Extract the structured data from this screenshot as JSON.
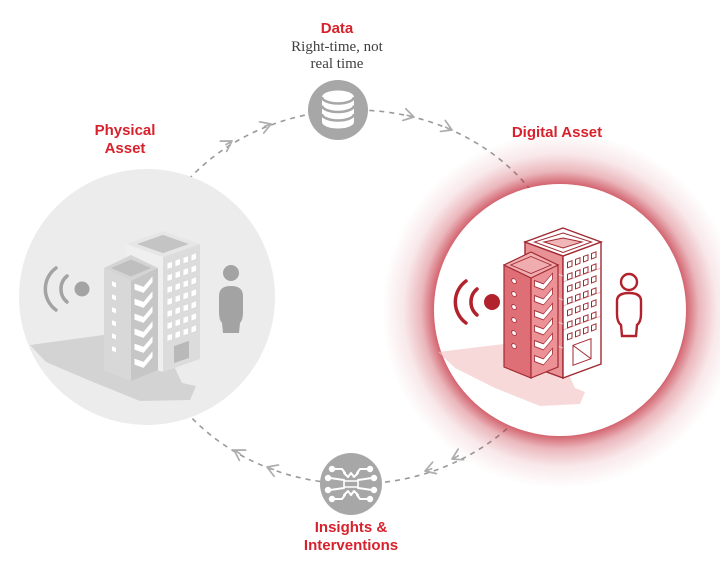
{
  "diagram": {
    "nodes": {
      "physical": {
        "label": "Physical Asset",
        "icon": "gray-buildings-icon"
      },
      "data": {
        "label": "Data",
        "sublabel": "Right-time, not real time",
        "icon": "database-icon"
      },
      "digital": {
        "label": "Digital Asset",
        "icon": "red-wireframe-buildings-icon"
      },
      "insights": {
        "label": "Insights & Interventions",
        "icon": "circuit-icon"
      }
    },
    "flow_direction": "clockwise",
    "icons": [
      "database-icon",
      "circuit-icon",
      "signal-icon",
      "person-icon",
      "building-icon"
    ],
    "colors": {
      "accent_red": "#d7222d",
      "glow_red": "#bf1e2e",
      "wire_red": "#a12a32",
      "node_gray": "#a7a7a7",
      "circle_gray": "#ececec",
      "dash_gray": "#9a9a9a",
      "serif_text": "#3f3f3f"
    }
  }
}
